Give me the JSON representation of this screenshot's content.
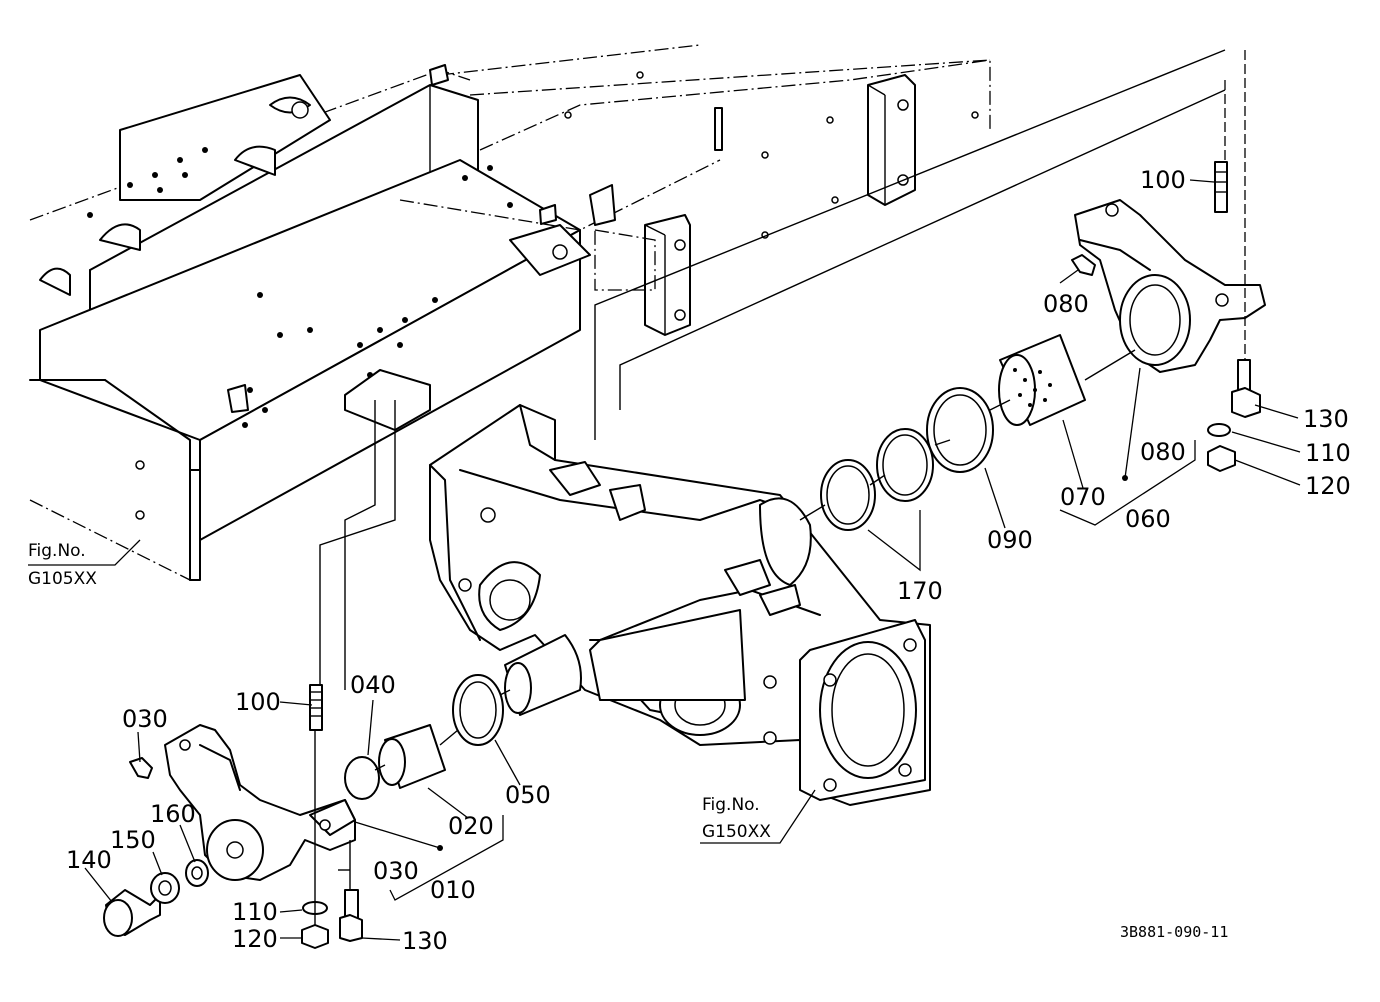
{
  "diagram": {
    "document_code": "3B881-090-11",
    "figure_refs": [
      {
        "id": "ref-g105",
        "line1": "Fig.No.",
        "line2": "G105XX"
      },
      {
        "id": "ref-g150",
        "line1": "Fig.No.",
        "line2": "G150XX"
      }
    ],
    "callouts": [
      {
        "id": "c-100-right",
        "text": "100"
      },
      {
        "id": "c-080-top",
        "text": "080"
      },
      {
        "id": "c-130-right",
        "text": "130"
      },
      {
        "id": "c-110-right",
        "text": "110"
      },
      {
        "id": "c-120-right",
        "text": "120"
      },
      {
        "id": "c-080-bracket",
        "text": "080"
      },
      {
        "id": "c-070",
        "text": "070"
      },
      {
        "id": "c-060",
        "text": "060"
      },
      {
        "id": "c-090",
        "text": "090"
      },
      {
        "id": "c-170",
        "text": "170"
      },
      {
        "id": "c-040",
        "text": "040"
      },
      {
        "id": "c-100-left",
        "text": "100"
      },
      {
        "id": "c-030-top",
        "text": "030"
      },
      {
        "id": "c-160",
        "text": "160"
      },
      {
        "id": "c-150",
        "text": "150"
      },
      {
        "id": "c-140",
        "text": "140"
      },
      {
        "id": "c-020",
        "text": "020"
      },
      {
        "id": "c-050",
        "text": "050"
      },
      {
        "id": "c-030-bracket",
        "text": "030"
      },
      {
        "id": "c-010",
        "text": "010"
      },
      {
        "id": "c-110-left",
        "text": "110"
      },
      {
        "id": "c-120-left",
        "text": "120"
      },
      {
        "id": "c-130-left",
        "text": "130"
      }
    ]
  }
}
